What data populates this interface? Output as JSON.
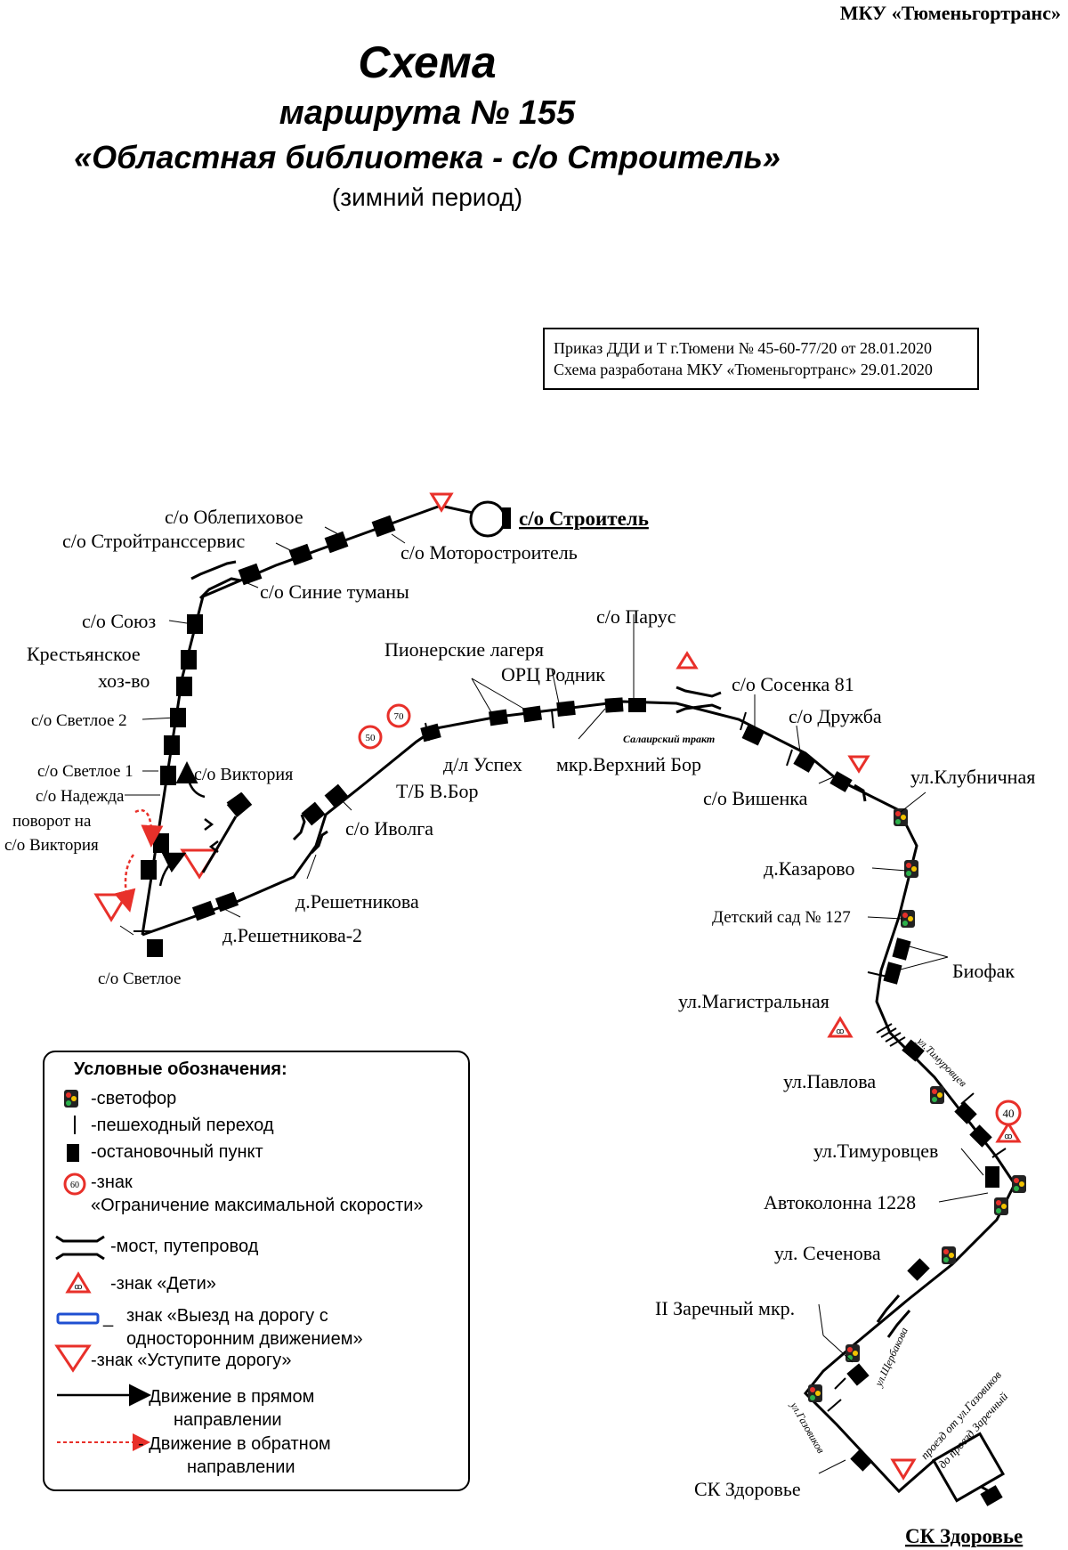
{
  "header": {
    "org": "МКУ «Тюменьгортранс»",
    "title_line1": "Схема",
    "title_line2": "маршрута № 155",
    "title_line3": "«Областная библиотека - с/о Строитель»",
    "title_line4": "(зимний период)"
  },
  "order_box": {
    "line1": "Приказ ДДИ и Т г.Тюмени № 45-60-77/20 от 28.01.2020",
    "line2": "Схема разработана МКУ «Тюменьгортранс» 29.01.2020"
  },
  "stops": {
    "stroitel": "с/о Строитель",
    "motorostroitel": "с/о Моторостроитель",
    "oblepihovoe": "с/о Облепиховое",
    "stroytransservis": "с/о Стройтранссервис",
    "sinie_tumany": "с/о Синие туманы",
    "soyuz": "с/о Союз",
    "kfh1": "Крестьянское",
    "kfh2": "хоз-во",
    "svetloe2": "с/о Светлое 2",
    "svetloe1": "с/о Светлое 1",
    "nadezhda": "с/о Надежда",
    "turn1": "поворот на",
    "turn2": "с/о Виктория",
    "viktoriya": "с/о Виктория",
    "svetloe": "с/о Светлое",
    "reshetnikova2": "д.Решетникова-2",
    "reshetnikova": "д.Решетникова",
    "ivolga": "с/о Иволга",
    "tb_vbor": "Т/Б В.Бор",
    "dl_uspeh": "д/л Успех",
    "pionerskie": "Пионерские лагеря",
    "orc_rodnik": "ОРЦ Родник",
    "parus": "с/о Парус",
    "verhniy_bor": "мкр.Верхний Бор",
    "salair": "Салаирский тракт",
    "sosenka": "с/о Сосенка 81",
    "druzhba": "с/о Дружба",
    "vishenka": "с/о Вишенка",
    "klubnichnaya": "ул.Клубничная",
    "kazarovo": "д.Казарово",
    "detsad": "Детский сад № 127",
    "biofak": "Биофак",
    "magistralnaya": "ул.Магистральная",
    "timurovcev_street": "ул.Тимуровцев",
    "pavlova": "ул.Павлова",
    "timurovcev": "ул.Тимуровцев",
    "avtokolonna": "Автоколонна 1228",
    "sechenova": "ул. Сеченова",
    "zarechny": "II Заречный мкр.",
    "scherbakova": "ул.Щербакова",
    "gazovikov": "ул.Газовиков",
    "proezd1": "проезд от ул.Газовиков",
    "proezd2": "до проезд Заречный",
    "sk_zdorovie": "СК Здоровье",
    "sk_zdorovie_terminal": "СК Здоровье"
  },
  "speed_signs": {
    "s50": "50",
    "s70": "70",
    "s40": "40"
  },
  "legend": {
    "title": "Условные обозначения:",
    "traffic_light": "-светофор",
    "crossing": "-пешеходный переход",
    "stop": "-остановочный пункт",
    "speed_sample": "60",
    "speed1": "-знак",
    "speed2": "«Ограничение максимальной скорости»",
    "bridge": "-мост, путепровод",
    "children": "-знак «Дети»",
    "oneway1": "знак «Выезд на дорогу с",
    "oneway2": "односторонним движением»",
    "oneway_dash": "_",
    "yield": "-знак «Уступите дорогу»",
    "forward1": "- Движение в прямом",
    "forward2": "направлении",
    "backward1": "- Движение в обратном",
    "backward2": "направлении"
  },
  "colors": {
    "red": "#e8302a",
    "blue": "#1f4fd1",
    "line": "#000000"
  }
}
